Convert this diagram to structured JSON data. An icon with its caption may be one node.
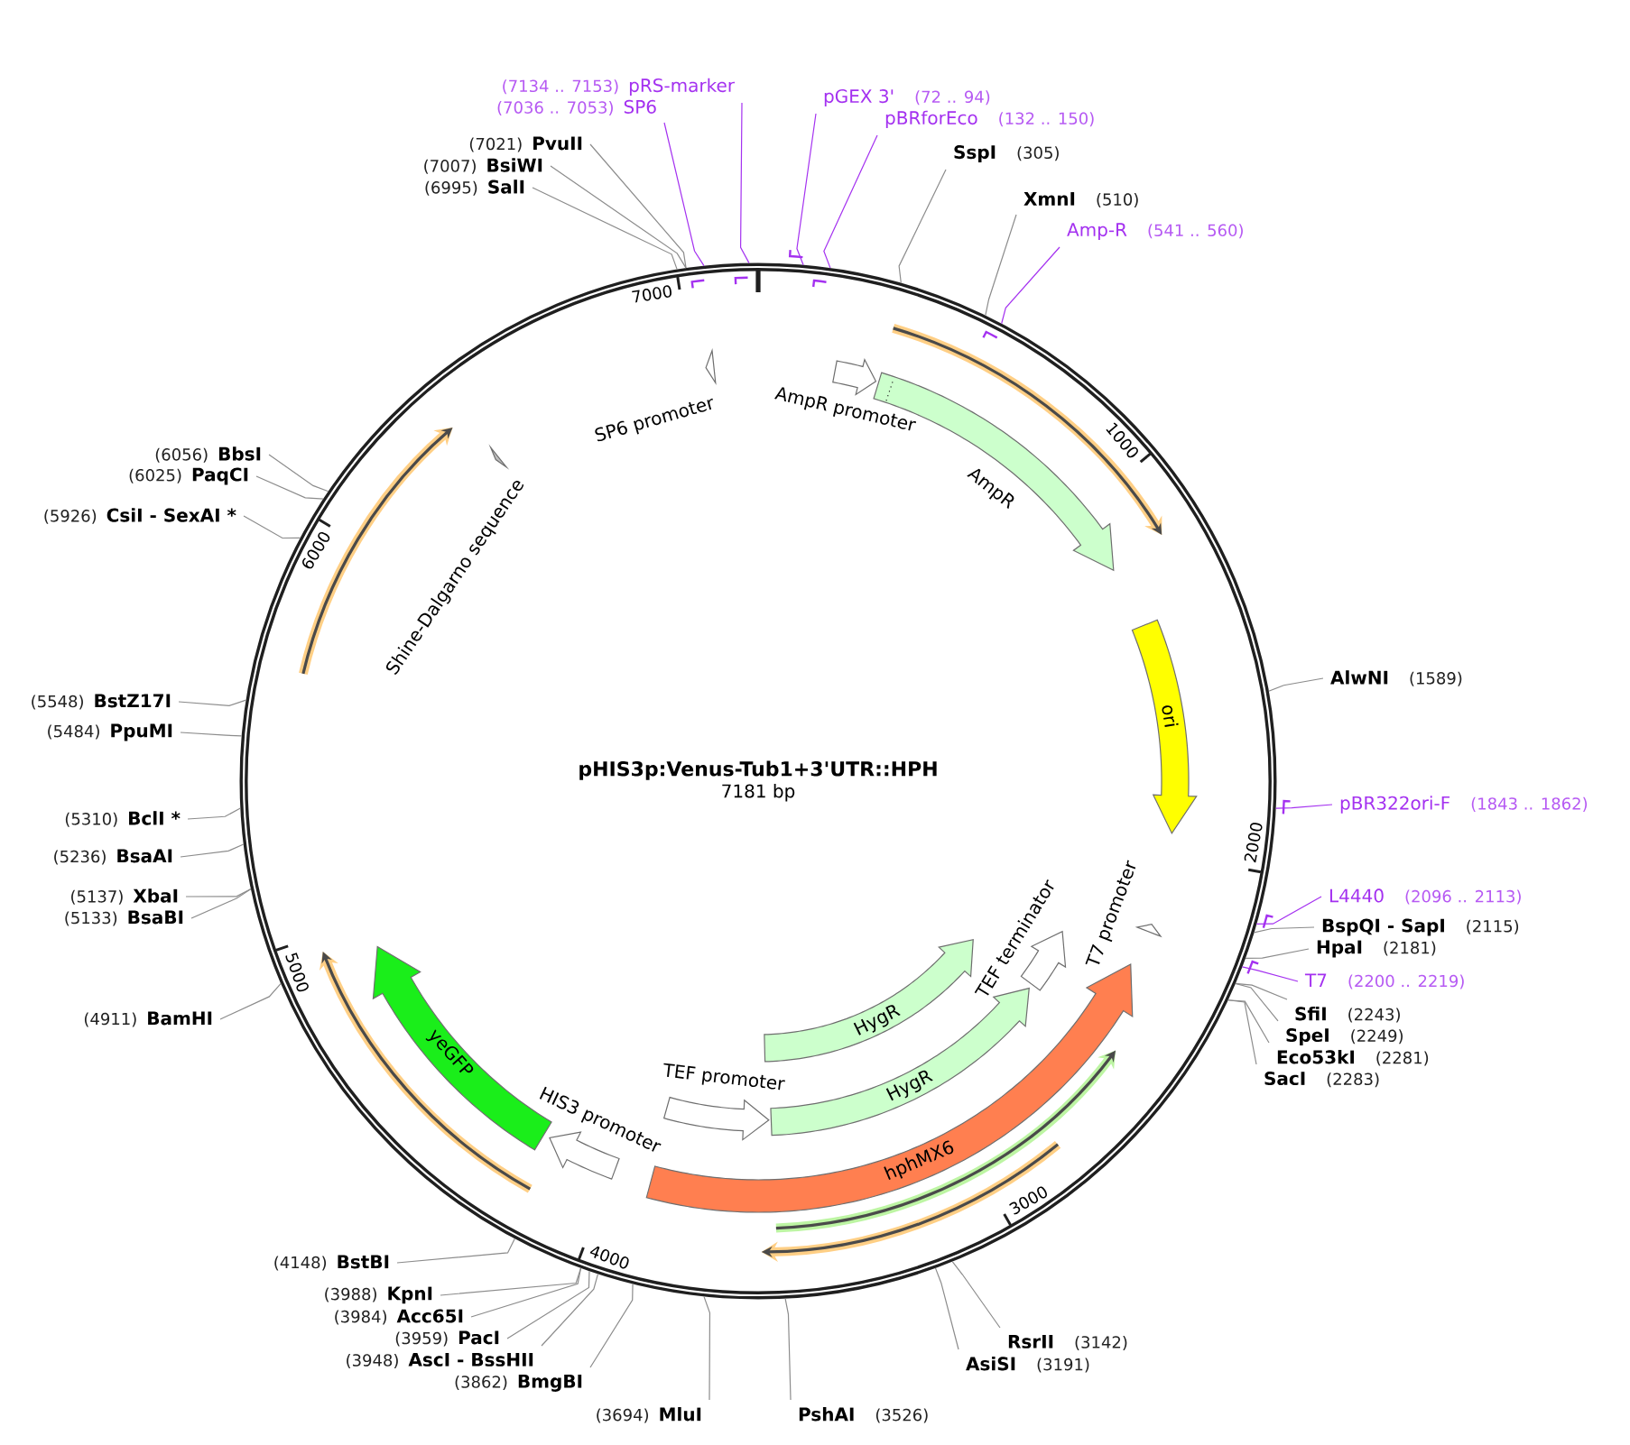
{
  "diagram": {
    "nodes": [
      {
        "text": [
          "pHIS3p:Venus-Tub1+3'UTR::HPH",
          "7181 bp"
        ]
      },
      {
        "text": [
          "SP6 promoter"
        ],
        "in": 0
      },
      {
        "text": [
          "AmpR promoter"
        ],
        "in": 0
      },
      {
        "text": [
          "AmpR"
        ],
        "in": 0
      },
      {
        "text": [
          "ori"
        ],
        "in": 0
      },
      {
        "text": [
          "T7 promoter"
        ],
        "in": 0
      },
      {
        "text": [
          "TEF terminator"
        ],
        "in": 0
      },
      {
        "text": [
          "HygR"
        ],
        "in": 0
      },
      {
        "text": [
          "HygR"
        ],
        "in": 0
      },
      {
        "text": [
          "TEF promoter"
        ],
        "in": 0
      },
      {
        "text": [
          "hphMX6"
        ],
        "in": 0
      },
      {
        "text": [
          "HIS3 promoter"
        ],
        "in": 0
      },
      {
        "text": [
          "yeGFP"
        ],
        "in": 0
      },
      {
        "text": [
          "Shine-Dalgarno sequence"
        ],
        "in": 0
      },
      {
        "text": [
          "(7134 .. 7153)",
          "pRS-marker"
        ]
      },
      {
        "text": [
          "pGEX 3'",
          "(72 .. 94)"
        ]
      },
      {
        "text": [
          "(7036 .. 7053)",
          "SP6"
        ]
      },
      {
        "text": [
          "pBRforEco",
          "(132 .. 150)"
        ]
      },
      {
        "text": [
          "(7021)",
          "PvuII"
        ]
      },
      {
        "text": [
          "SspI",
          "(305)"
        ]
      },
      {
        "text": [
          "(7007)",
          "BsiWI"
        ]
      },
      {
        "text": [
          "(6995)",
          "SalI"
        ]
      },
      {
        "text": [
          "XmnI",
          "(510)"
        ]
      },
      {
        "text": [
          "Amp-R",
          "(541 .. 560)"
        ]
      },
      {
        "text": [
          "(6056)",
          "BbsI"
        ]
      },
      {
        "text": [
          "(6025)",
          "PaqCI"
        ]
      },
      {
        "text": [
          "(5926)",
          "CsiI - SexAI *"
        ]
      },
      {
        "text": [
          "AlwNI",
          "(1589)"
        ]
      },
      {
        "text": [
          "(5548)",
          "BstZ17I"
        ]
      },
      {
        "text": [
          "(5484)",
          "PpuMI"
        ]
      },
      {
        "text": [
          "pBR322ori-F",
          "(1843 .. 1862)"
        ]
      },
      {
        "text": [
          "(5310)",
          "BclI *"
        ]
      },
      {
        "text": [
          "(5236)",
          "BsaAI"
        ]
      },
      {
        "text": [
          "L4440",
          "(2096 .. 2113)"
        ]
      },
      {
        "text": [
          "(5137)",
          "XbaI"
        ]
      },
      {
        "text": [
          "(5133)",
          "BsaBI"
        ]
      },
      {
        "text": [
          "BspQI - SapI",
          "(2115)"
        ]
      },
      {
        "text": [
          "HpaI",
          "(2181)"
        ]
      },
      {
        "text": [
          "T7",
          "(2200 .. 2219)"
        ]
      },
      {
        "text": [
          "SfiI",
          "(2243)"
        ]
      },
      {
        "text": [
          "(4911)",
          "BamHI"
        ]
      },
      {
        "text": [
          "SpeI",
          "(2249)"
        ]
      },
      {
        "text": [
          "Eco53kI",
          "(2281)"
        ]
      },
      {
        "text": [
          "SacI",
          "(2283)"
        ]
      },
      {
        "text": [
          "(4148)",
          "BstBI"
        ]
      },
      {
        "text": [
          "(3988)",
          "KpnI"
        ]
      },
      {
        "text": [
          "(3984)",
          "Acc65I"
        ]
      },
      {
        "text": [
          "(3959)",
          "PacI"
        ]
      },
      {
        "text": [
          "RsrII",
          "(3142)"
        ]
      },
      {
        "text": [
          "(3948)",
          "AscI - BssHII"
        ]
      },
      {
        "text": [
          "AsiSI",
          "(3191)"
        ]
      },
      {
        "text": [
          "(3862)",
          "BmgBI"
        ]
      },
      {
        "text": [
          "(3694)",
          "MluI"
        ]
      },
      {
        "text": [
          "PshAI",
          "(3526)"
        ]
      }
    ],
    "edges": [
      {
        "from": 14,
        "to": 0,
        "arrow": "none",
        "color": "#a431f0"
      },
      {
        "from": 15,
        "to": 0,
        "arrow": "none",
        "color": "#a431f0"
      },
      {
        "from": 16,
        "to": 0,
        "arrow": "none",
        "color": "#a431f0"
      },
      {
        "from": 17,
        "to": 0,
        "arrow": "none",
        "color": "#a431f0"
      },
      {
        "from": 18,
        "to": 0,
        "arrow": "none"
      },
      {
        "from": 19,
        "to": 0,
        "arrow": "none"
      },
      {
        "from": 20,
        "to": 0,
        "arrow": "none"
      },
      {
        "from": 21,
        "to": 0,
        "arrow": "none"
      },
      {
        "from": 22,
        "to": 0,
        "arrow": "none"
      },
      {
        "from": 23,
        "to": 0,
        "arrow": "none",
        "color": "#a431f0"
      },
      {
        "from": 24,
        "to": 0,
        "arrow": "none"
      },
      {
        "from": 25,
        "to": 0,
        "arrow": "none"
      },
      {
        "from": 26,
        "to": 0,
        "arrow": "none"
      },
      {
        "from": 27,
        "to": 0,
        "arrow": "none"
      },
      {
        "from": 28,
        "to": 0,
        "arrow": "none"
      },
      {
        "from": 29,
        "to": 0,
        "arrow": "none"
      },
      {
        "from": 30,
        "to": 0,
        "arrow": "none",
        "color": "#a431f0"
      },
      {
        "from": 31,
        "to": 0,
        "arrow": "none"
      },
      {
        "from": 32,
        "to": 0,
        "arrow": "none"
      },
      {
        "from": 33,
        "to": 0,
        "arrow": "none",
        "color": "#a431f0"
      },
      {
        "from": 34,
        "to": 0,
        "arrow": "none"
      },
      {
        "from": 35,
        "to": 0,
        "arrow": "none"
      },
      {
        "from": 36,
        "to": 0,
        "arrow": "none"
      },
      {
        "from": 37,
        "to": 0,
        "arrow": "none"
      },
      {
        "from": 38,
        "to": 0,
        "arrow": "none",
        "color": "#a431f0"
      },
      {
        "from": 39,
        "to": 0,
        "arrow": "none"
      },
      {
        "from": 40,
        "to": 0,
        "arrow": "none"
      },
      {
        "from": 41,
        "to": 0,
        "arrow": "none"
      },
      {
        "from": 42,
        "to": 0,
        "arrow": "none"
      },
      {
        "from": 43,
        "to": 0,
        "arrow": "none"
      },
      {
        "from": 44,
        "to": 0,
        "arrow": "none"
      },
      {
        "from": 45,
        "to": 0,
        "arrow": "none"
      },
      {
        "from": 46,
        "to": 0,
        "arrow": "none"
      },
      {
        "from": 47,
        "to": 0,
        "arrow": "none"
      },
      {
        "from": 48,
        "to": 0,
        "arrow": "none"
      },
      {
        "from": 49,
        "to": 0,
        "arrow": "none"
      },
      {
        "from": 50,
        "to": 0,
        "arrow": "none"
      },
      {
        "from": 51,
        "to": 0,
        "arrow": "none"
      },
      {
        "from": 52,
        "to": 0,
        "arrow": "none"
      },
      {
        "from": 53,
        "to": 0,
        "arrow": "none"
      }
    ],
    "labels": [
      "7000",
      "1000",
      "6000",
      "2000",
      "5000",
      "3000",
      "4000"
    ]
  }
}
